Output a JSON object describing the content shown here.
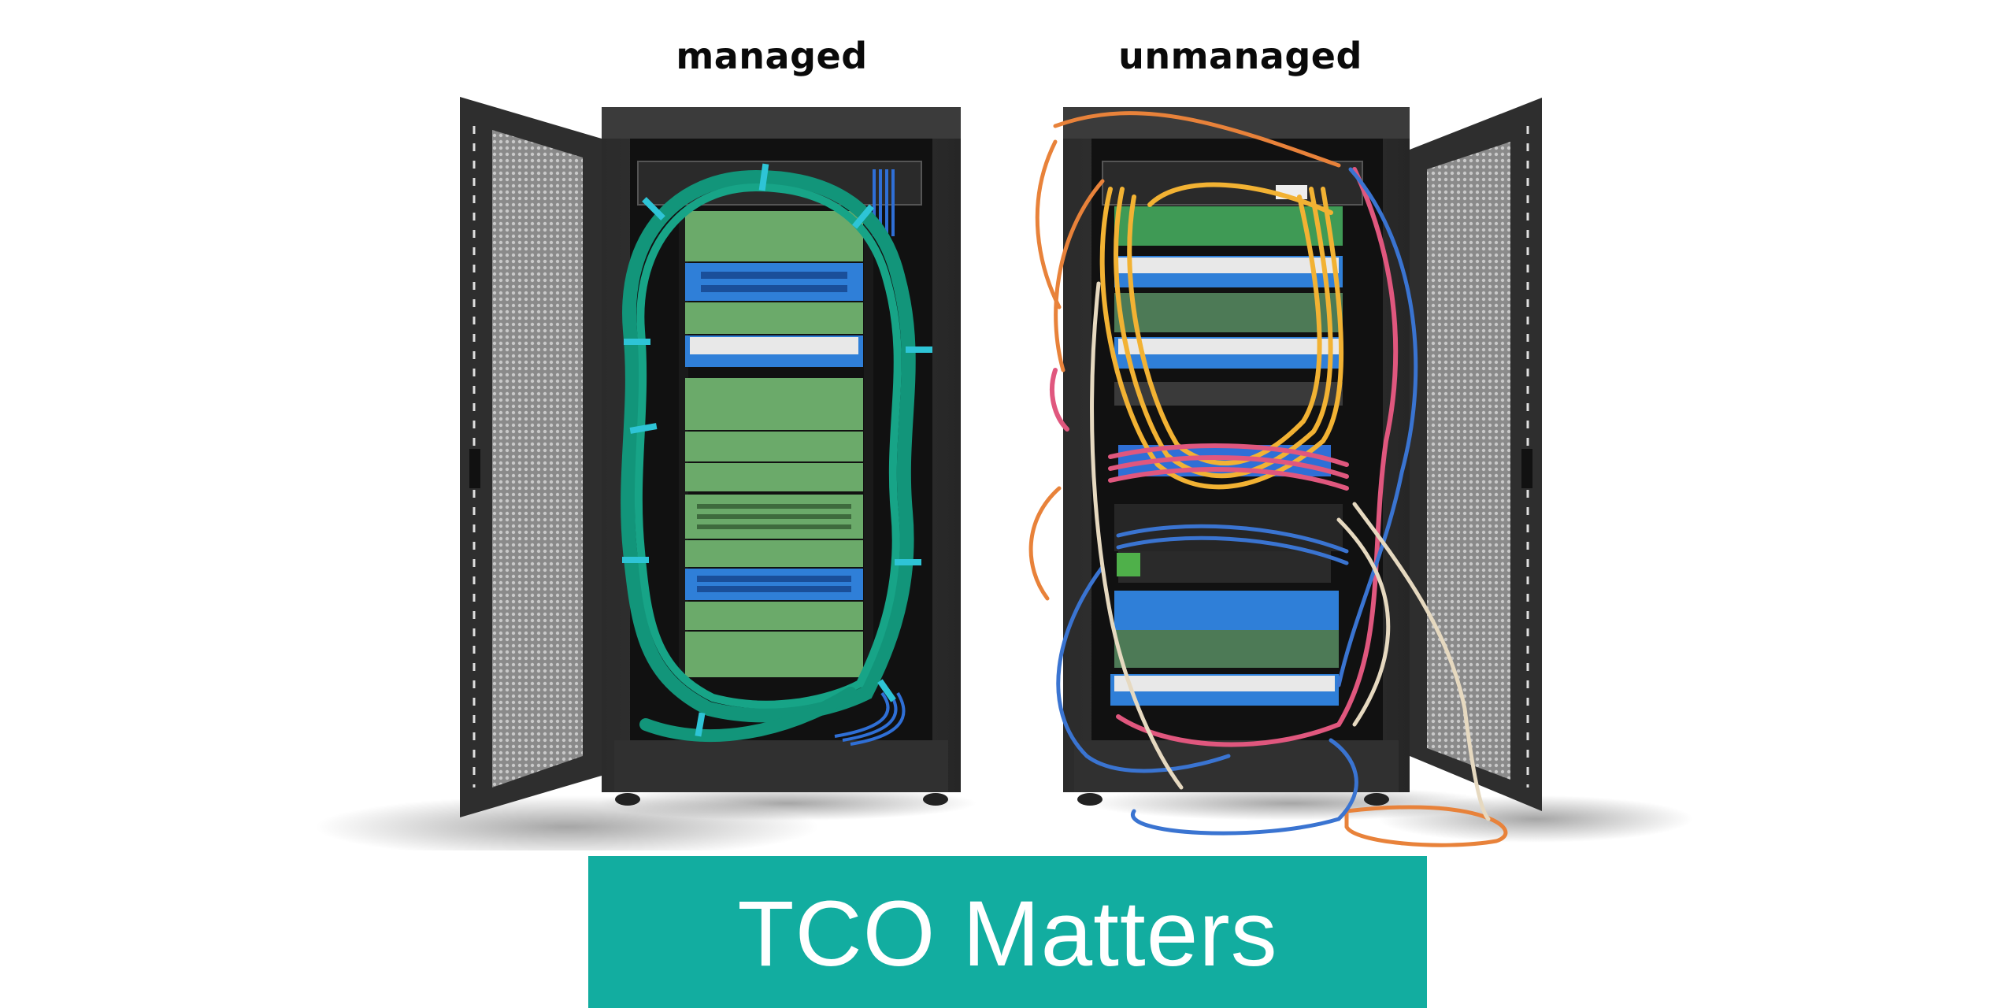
{
  "labels": {
    "left": "managed",
    "right": "unmanaged"
  },
  "banner": {
    "text": "TCO Matters",
    "background_color": "#12ADA0",
    "text_color": "#FFFFFF"
  },
  "scene": {
    "left_rack": {
      "caption": "managed",
      "door_side": "left",
      "cable_colors": [
        "#12957A",
        "#2F6FD6"
      ],
      "tie_color": "#2EC4D6",
      "panel_color": "#6BAA6A"
    },
    "right_rack": {
      "caption": "unmanaged",
      "door_side": "right",
      "cable_colors": [
        "#F2B233",
        "#E8823A",
        "#E0577E",
        "#3A74D1",
        "#E6D9C0"
      ]
    }
  }
}
